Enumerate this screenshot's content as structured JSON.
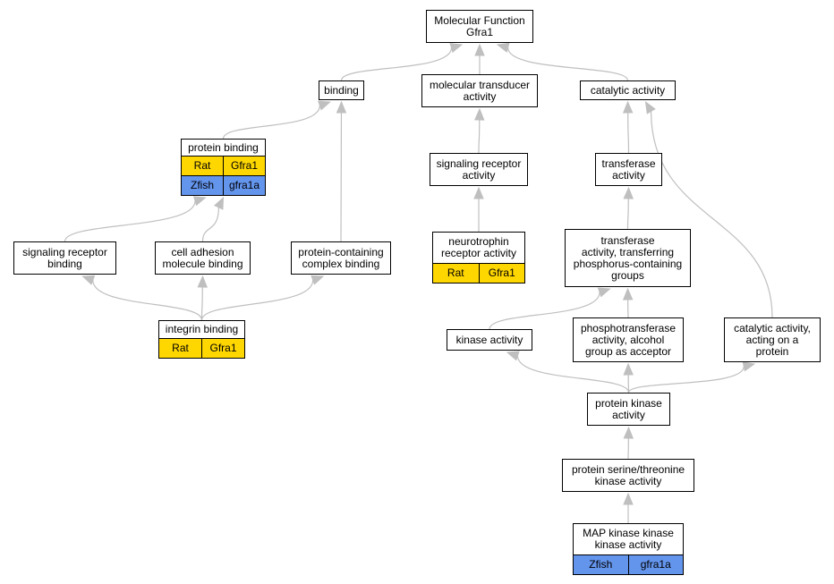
{
  "colors": {
    "edge": "#bfbfbf",
    "rat": "#ffd700",
    "zfish": "#6495ed"
  },
  "nodes": [
    {
      "id": "mf",
      "label": "Molecular Function\nGfra1",
      "annotations": []
    },
    {
      "id": "binding",
      "label": "binding",
      "annotations": []
    },
    {
      "id": "mta",
      "label": "molecular transducer\nactivity",
      "annotations": []
    },
    {
      "id": "catalytic",
      "label": "catalytic activity",
      "annotations": []
    },
    {
      "id": "protein-binding",
      "label": "protein binding",
      "annotations": [
        [
          "Rat",
          "Gfra1"
        ],
        [
          "Zfish",
          "gfra1a"
        ]
      ]
    },
    {
      "id": "sra",
      "label": "signaling receptor\nactivity",
      "annotations": []
    },
    {
      "id": "transferase",
      "label": "transferase\nactivity",
      "annotations": []
    },
    {
      "id": "srb",
      "label": "signaling receptor\nbinding",
      "annotations": []
    },
    {
      "id": "cam",
      "label": "cell adhesion\nmolecule binding",
      "annotations": []
    },
    {
      "id": "pccb",
      "label": "protein-containing\ncomplex binding",
      "annotations": []
    },
    {
      "id": "ntra",
      "label": "neurotrophin\nreceptor activity",
      "annotations": [
        [
          "Rat",
          "Gfra1"
        ]
      ]
    },
    {
      "id": "tatp",
      "label": "transferase\nactivity, transferring\nphosphorus-containing\ngroups",
      "annotations": []
    },
    {
      "id": "integrin",
      "label": "integrin binding",
      "annotations": [
        [
          "Rat",
          "Gfra1"
        ]
      ]
    },
    {
      "id": "kinase",
      "label": "kinase activity",
      "annotations": []
    },
    {
      "id": "ptaa",
      "label": "phosphotransferase\nactivity, alcohol\ngroup as acceptor",
      "annotations": []
    },
    {
      "id": "caop",
      "label": "catalytic activity,\nacting on a\nprotein",
      "annotations": []
    },
    {
      "id": "pka",
      "label": "protein kinase\nactivity",
      "annotations": []
    },
    {
      "id": "pstk",
      "label": "protein serine/threonine\nkinase activity",
      "annotations": []
    },
    {
      "id": "mapkk",
      "label": "MAP kinase kinase\nkinase activity",
      "annotations": [
        [
          "Zfish",
          "gfra1a"
        ]
      ]
    }
  ],
  "edges": [
    [
      "binding",
      "mf"
    ],
    [
      "mta",
      "mf"
    ],
    [
      "catalytic",
      "mf"
    ],
    [
      "protein-binding",
      "binding"
    ],
    [
      "pccb",
      "binding"
    ],
    [
      "sra",
      "mta"
    ],
    [
      "transferase",
      "catalytic"
    ],
    [
      "caop",
      "catalytic"
    ],
    [
      "srb",
      "protein-binding"
    ],
    [
      "cam",
      "protein-binding"
    ],
    [
      "ntra",
      "sra"
    ],
    [
      "tatp",
      "transferase"
    ],
    [
      "integrin",
      "srb"
    ],
    [
      "integrin",
      "cam"
    ],
    [
      "integrin",
      "pccb"
    ],
    [
      "kinase",
      "tatp"
    ],
    [
      "ptaa",
      "tatp"
    ],
    [
      "pka",
      "kinase"
    ],
    [
      "pka",
      "ptaa"
    ],
    [
      "pka",
      "caop"
    ],
    [
      "pstk",
      "pka"
    ],
    [
      "mapkk",
      "pstk"
    ]
  ]
}
